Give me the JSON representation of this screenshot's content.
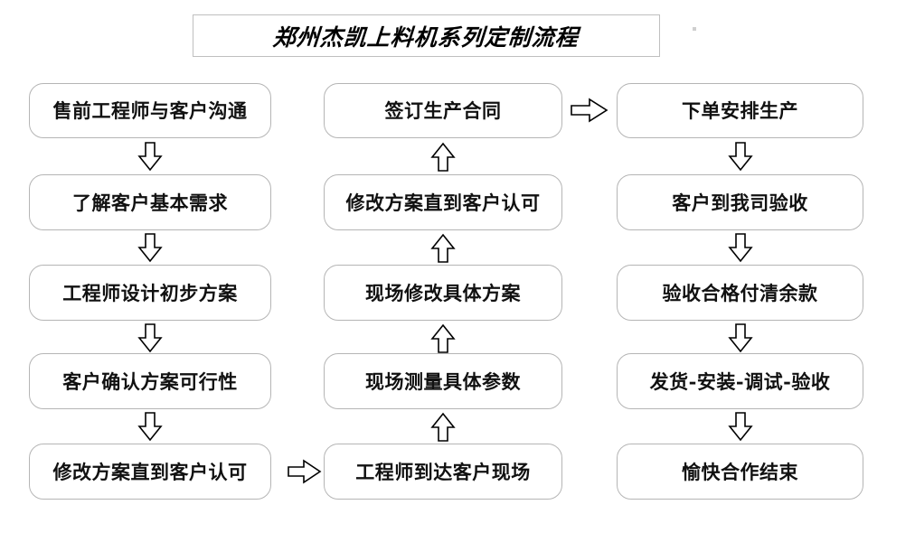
{
  "title": {
    "text": "郑州杰凯上料机系列定制流程"
  },
  "flow": {
    "columns": [
      {
        "name": "column-1",
        "direction": "down",
        "nodes": [
          {
            "id": "c1n1",
            "label": "售前工程师与客户沟通"
          },
          {
            "id": "c1n2",
            "label": "了解客户基本需求"
          },
          {
            "id": "c1n3",
            "label": "工程师设计初步方案"
          },
          {
            "id": "c1n4",
            "label": "客户确认方案可行性"
          },
          {
            "id": "c1n5",
            "label": "修改方案直到客户认可"
          }
        ]
      },
      {
        "name": "column-2",
        "direction": "up",
        "nodes": [
          {
            "id": "c2n1",
            "label": "签订生产合同"
          },
          {
            "id": "c2n2",
            "label": "修改方案直到客户认可"
          },
          {
            "id": "c2n3",
            "label": "现场修改具体方案"
          },
          {
            "id": "c2n4",
            "label": "现场测量具体参数"
          },
          {
            "id": "c2n5",
            "label": "工程师到达客户现场"
          }
        ]
      },
      {
        "name": "column-3",
        "direction": "down",
        "nodes": [
          {
            "id": "c3n1",
            "label": "下单安排生产"
          },
          {
            "id": "c3n2",
            "label": "客户到我司验收"
          },
          {
            "id": "c3n3",
            "label": "验收合格付清余款"
          },
          {
            "id": "c3n4",
            "label": "发货-安装-调试-验收"
          },
          {
            "id": "c3n5",
            "label": "愉快合作结束"
          }
        ]
      }
    ],
    "connectors": [
      {
        "id": "a1",
        "name": "arrow-down-c1-1-2",
        "direction": "down"
      },
      {
        "id": "a2",
        "name": "arrow-down-c1-2-3",
        "direction": "down"
      },
      {
        "id": "a3",
        "name": "arrow-down-c1-3-4",
        "direction": "down"
      },
      {
        "id": "a4",
        "name": "arrow-down-c1-4-5",
        "direction": "down"
      },
      {
        "id": "a5",
        "name": "arrow-right-c1-to-c2",
        "direction": "right"
      },
      {
        "id": "a6",
        "name": "arrow-up-c2-5-4",
        "direction": "up"
      },
      {
        "id": "a7",
        "name": "arrow-up-c2-4-3",
        "direction": "up"
      },
      {
        "id": "a8",
        "name": "arrow-up-c2-3-2",
        "direction": "up"
      },
      {
        "id": "a9",
        "name": "arrow-up-c2-2-1",
        "direction": "up"
      },
      {
        "id": "a10",
        "name": "arrow-right-c2-to-c3",
        "direction": "right"
      },
      {
        "id": "a11",
        "name": "arrow-down-c3-1-2",
        "direction": "down"
      },
      {
        "id": "a12",
        "name": "arrow-down-c3-2-3",
        "direction": "down"
      },
      {
        "id": "a13",
        "name": "arrow-down-c3-3-4",
        "direction": "down"
      },
      {
        "id": "a14",
        "name": "arrow-down-c3-4-5",
        "direction": "down"
      }
    ]
  },
  "colors": {
    "node_border": "#b5b5b5",
    "title_border": "#bfbfbf",
    "text": "#111111",
    "arrow_stroke": "#000000",
    "background": "#ffffff"
  }
}
